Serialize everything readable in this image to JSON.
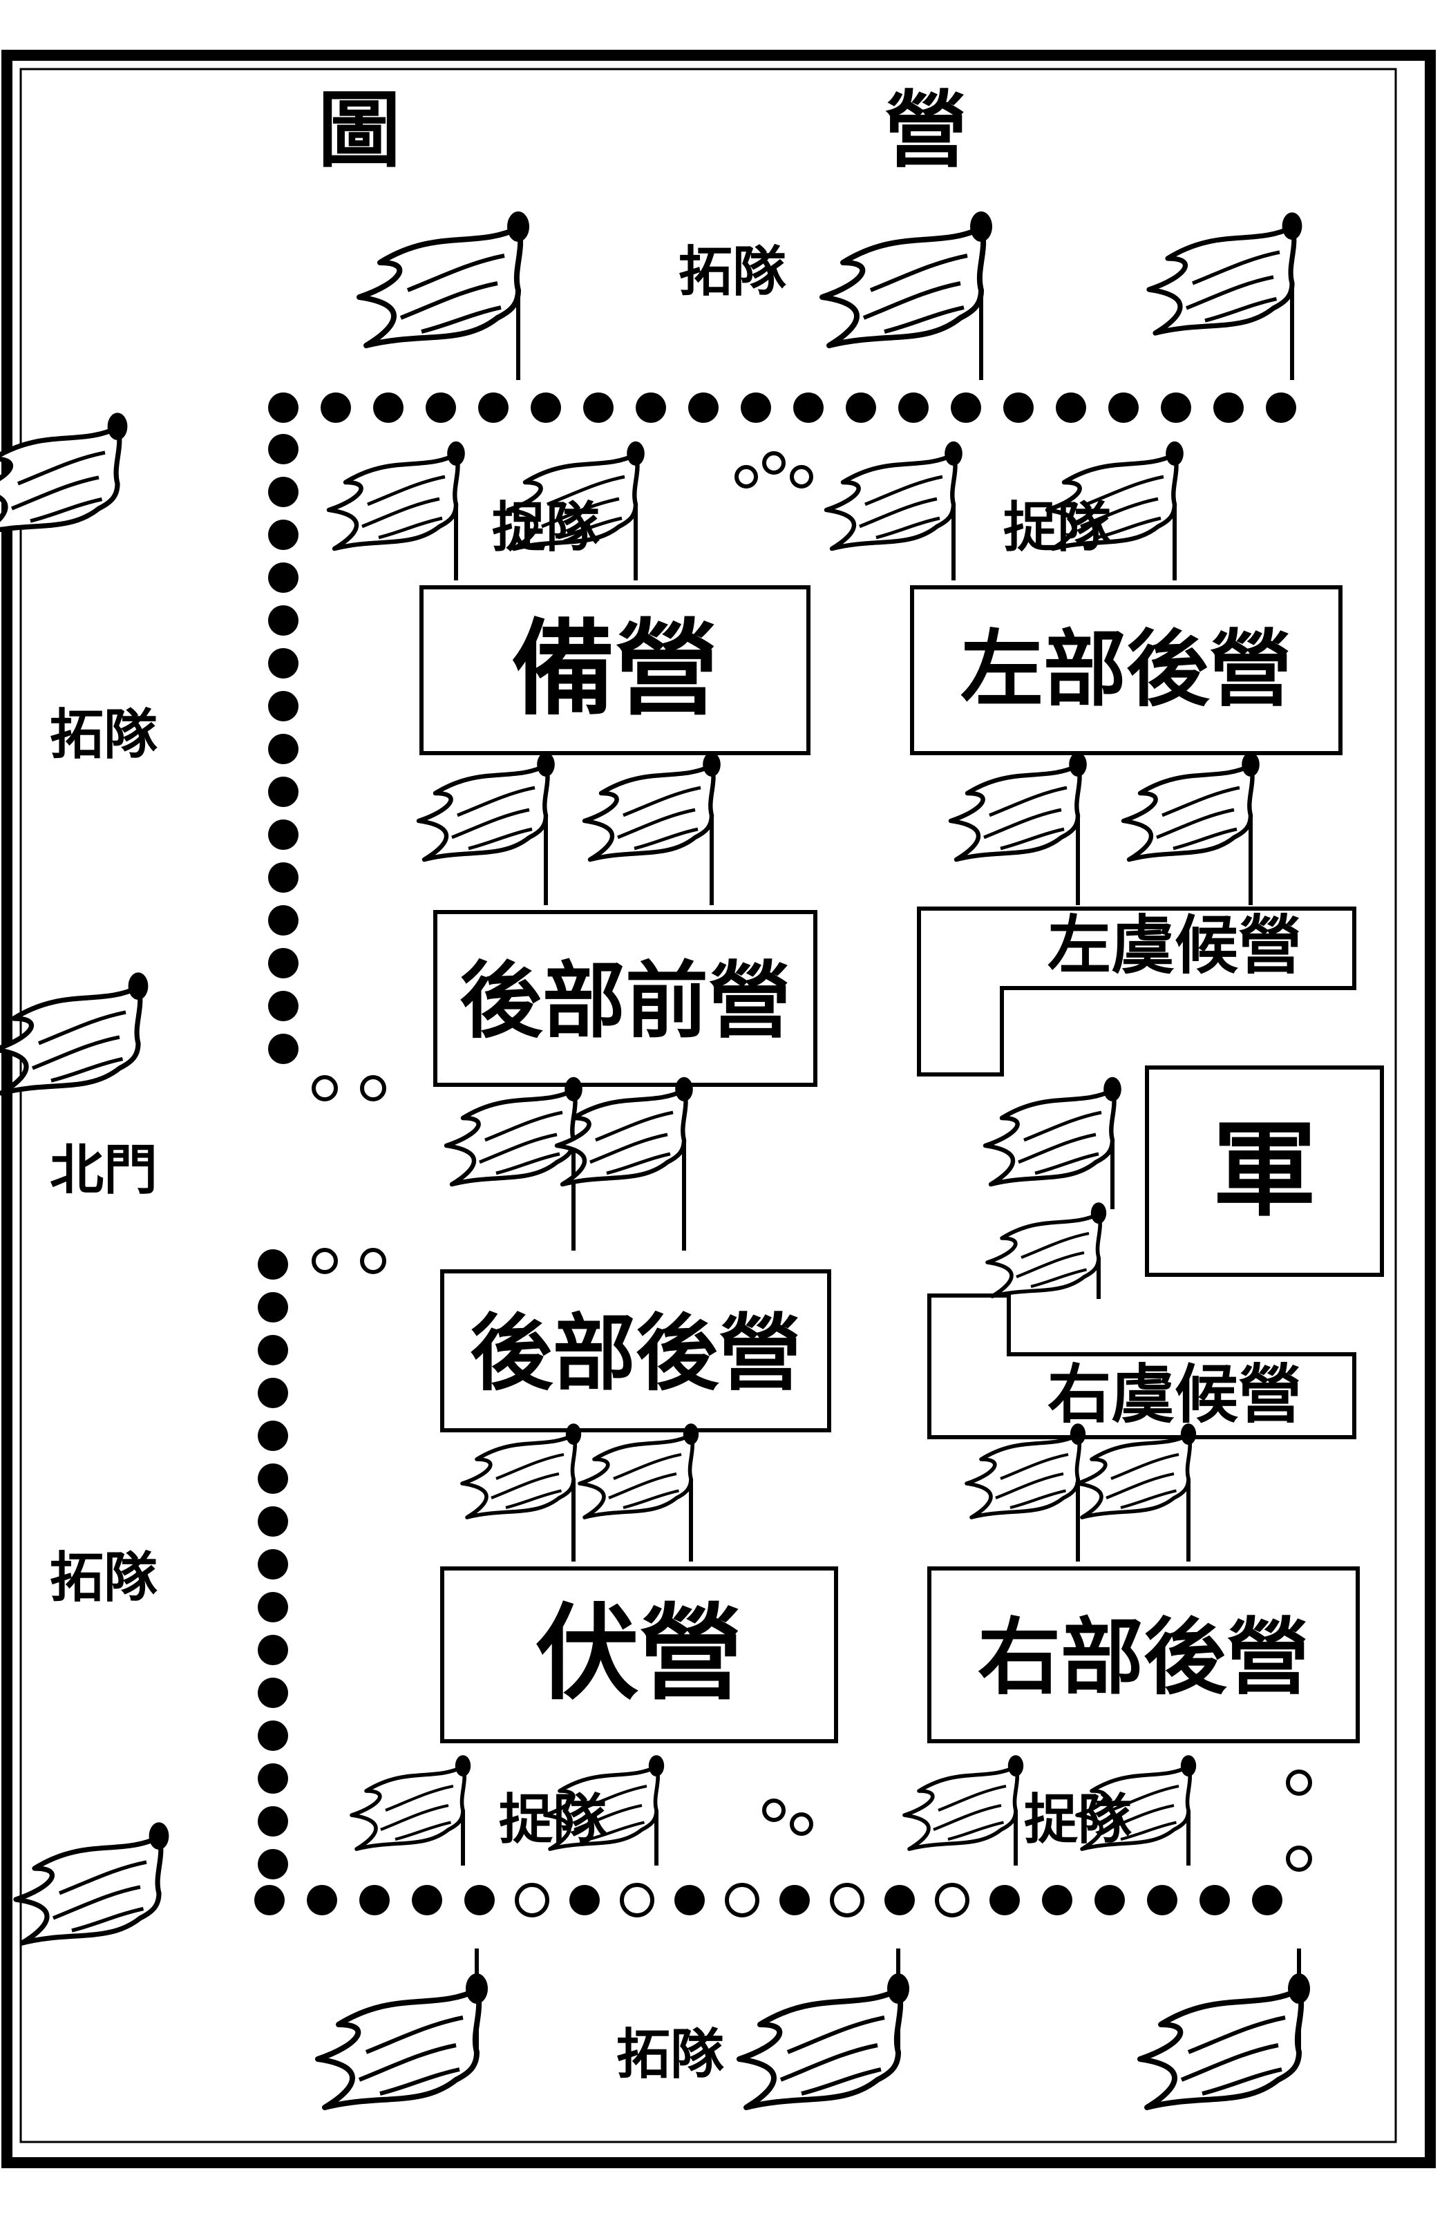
{
  "title": {
    "left_char": "圖",
    "right_char": "營"
  },
  "camps": {
    "left_rear": "左部後營",
    "bei": "備營",
    "left_guard": "左虞候營",
    "rear_front": "後部前營",
    "jun": "軍",
    "right_guard": "右虞候營",
    "rear_rear": "後部後營",
    "right_rear": "右部後營",
    "fu": "伏營"
  },
  "labels": {
    "zhuo_top_left": "捉隊",
    "zhuo_top_right": "捉隊",
    "zhuo_bot_left": "捉隊",
    "zhuo_bot_right": "捉隊",
    "tuo_top": "拓隊",
    "tuo_left_upper": "拓隊",
    "tuo_left_lower": "拓隊",
    "tuo_bottom": "拓隊",
    "north_gate": "北門"
  }
}
